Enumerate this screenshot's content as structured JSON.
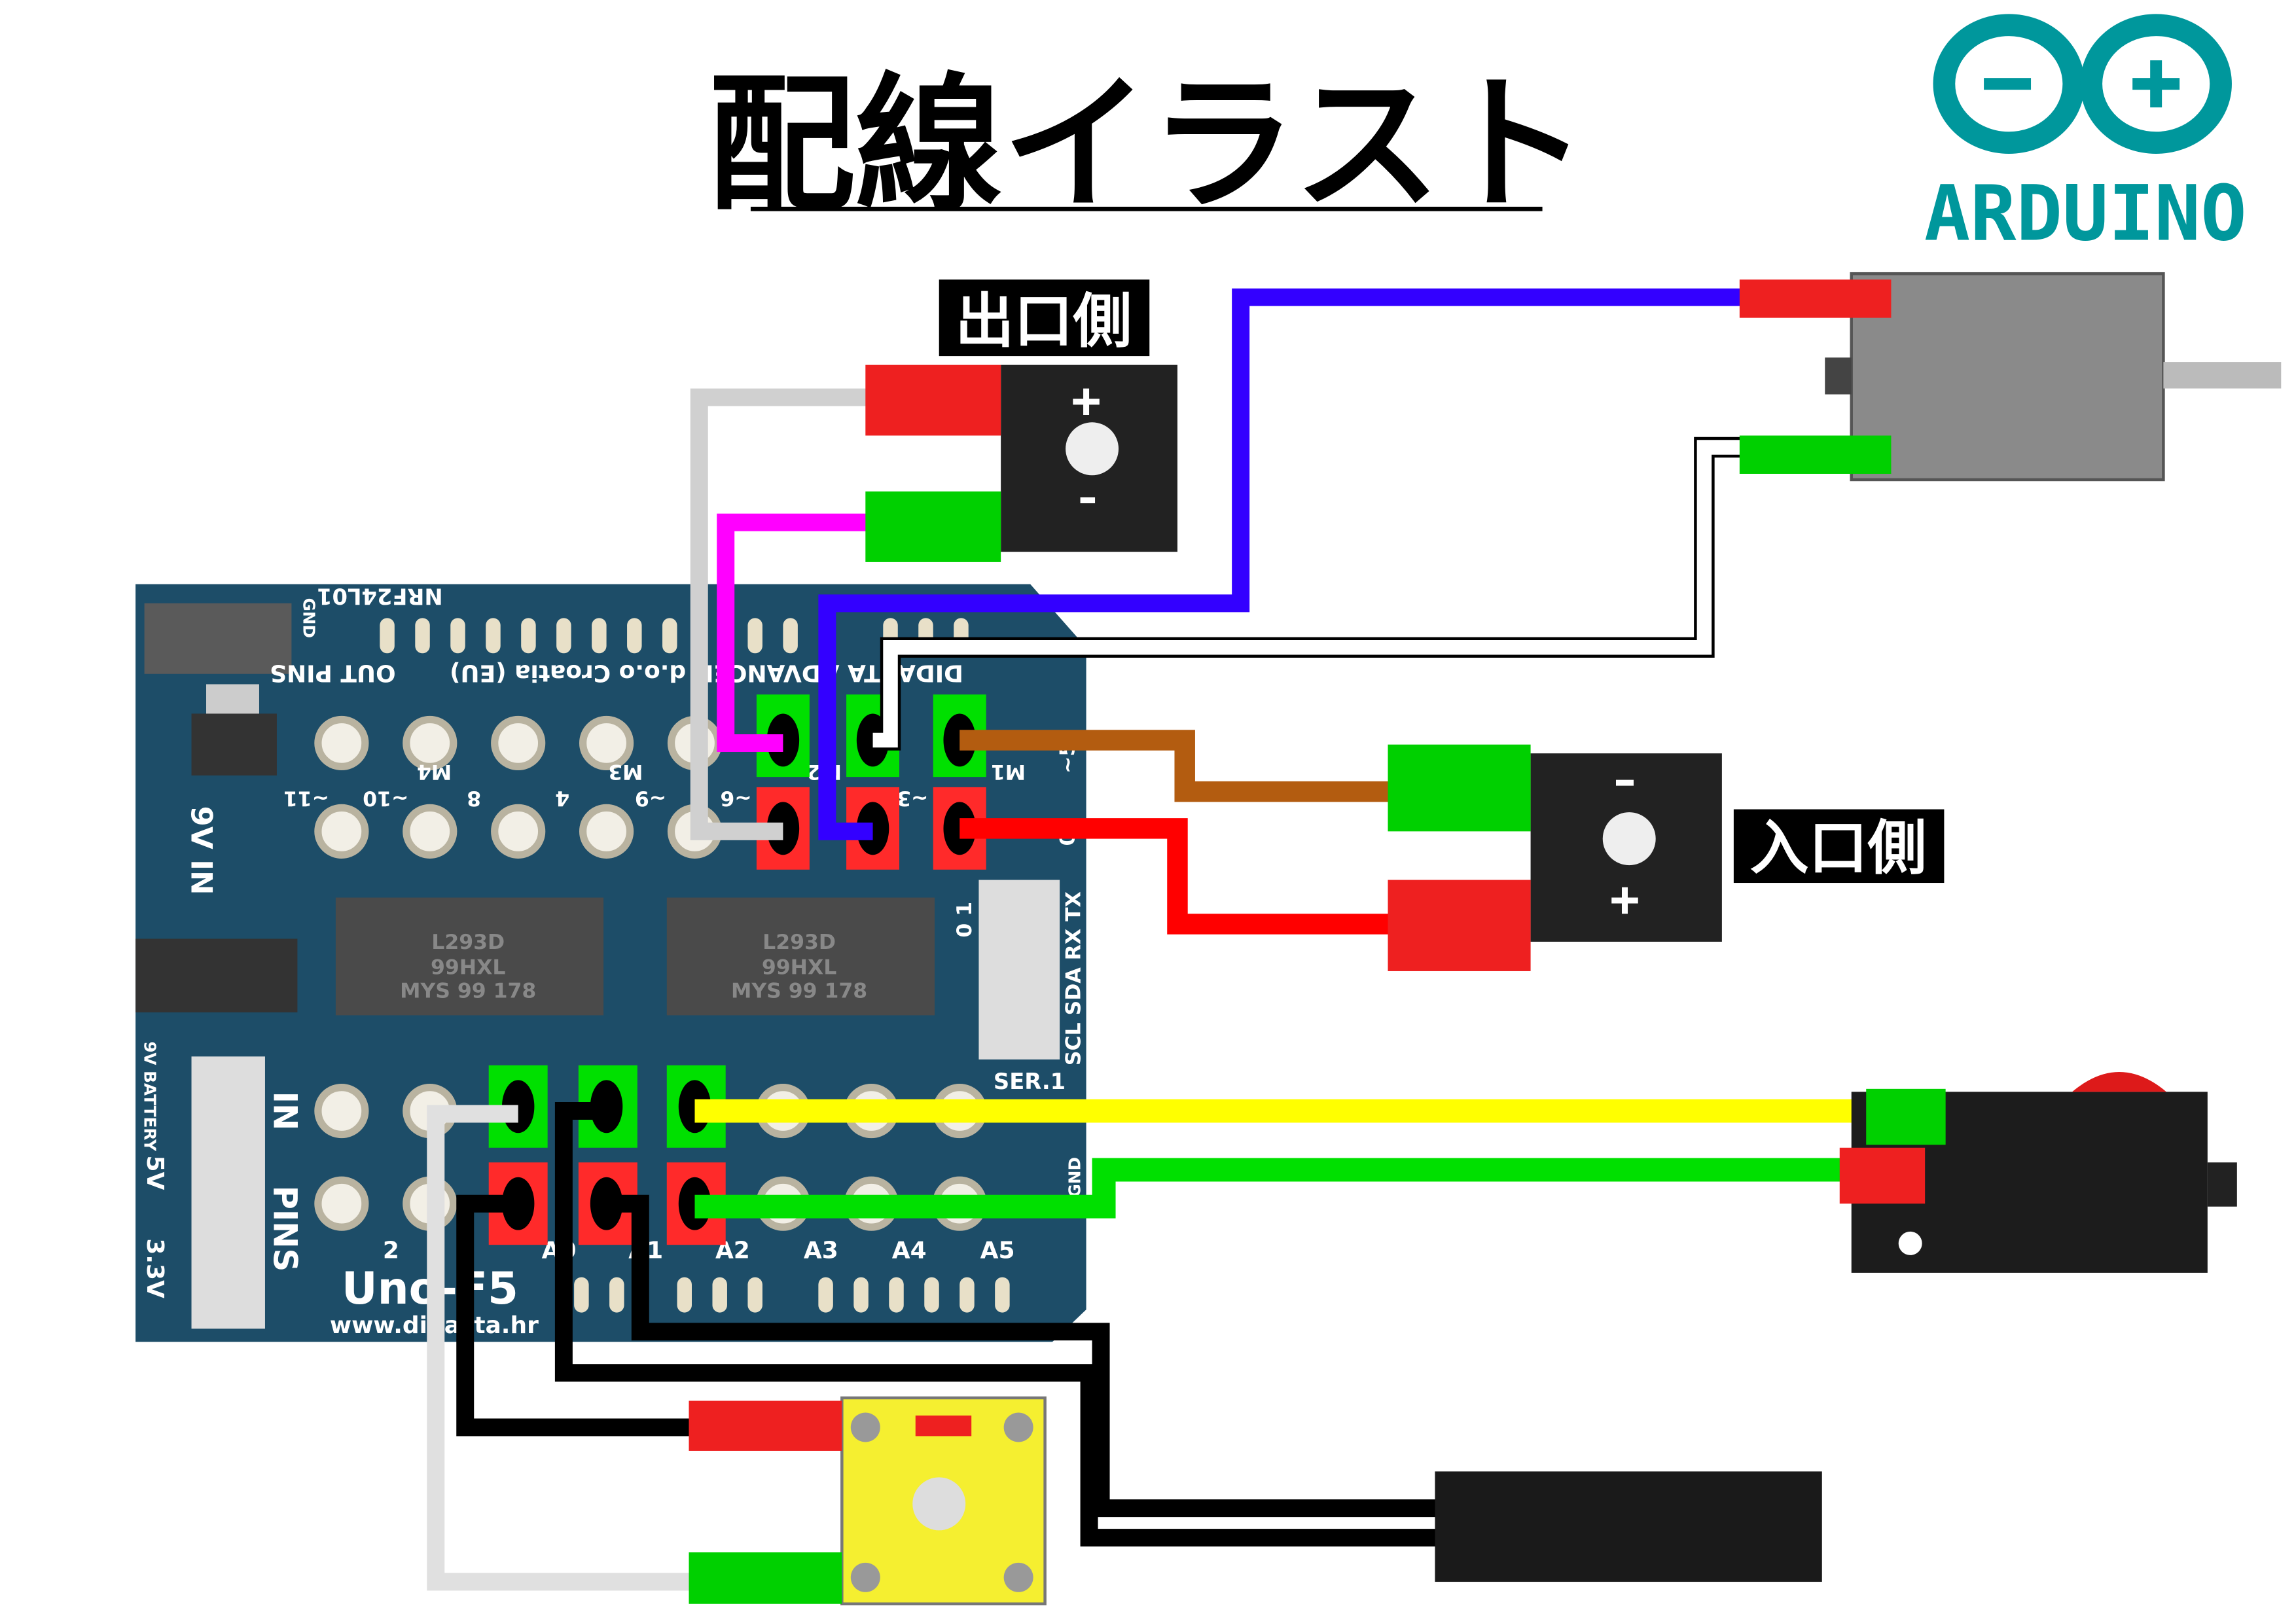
{
  "title": "配線イラスト",
  "logo": {
    "text": "ARDUINO",
    "color": "#00979c"
  },
  "labels": {
    "output_side": "出口側",
    "input_side": "入口側"
  },
  "board": {
    "color": "#1d4d68",
    "name": "Uno-F5",
    "url": "www.didacta.hr",
    "maker": "DIDACTA ADVANCED d.o.o Croatia (EU)",
    "nrf": "NRF24L01",
    "gnd": "GND",
    "out_pins": "OUT PINS",
    "power_in": "9V IN",
    "battery": "9V BATTERY",
    "v5": "5V",
    "v33": "3.3V",
    "in": "IN",
    "pins": "PINS",
    "ser": "SER.1",
    "ser_pins": "SCL SDA RX TX",
    "ser_nums": "0 1",
    "gnd2": "GND",
    "chip": [
      "L293D",
      "99HXL",
      "MYS 99 178"
    ],
    "motor_labels": [
      "M4",
      "M3",
      "M2",
      "M1"
    ],
    "top_pin_labels": [
      "~11",
      "~10",
      "8",
      "4",
      "~9",
      "~6",
      "~3"
    ],
    "side_labels": [
      "~5",
      "0"
    ],
    "analog_labels": [
      "2",
      "A0",
      "A1",
      "A2",
      "A3",
      "A4",
      "A5"
    ]
  },
  "wire_colors": {
    "gray": "#d0d0d0",
    "magenta": "#ff00ff",
    "blue": "#3300ff",
    "white": "#ffffff",
    "brown": "#b35c10",
    "red": "#ff0000",
    "yellow": "#ffff00",
    "green": "#00e000",
    "black": "#000000"
  }
}
